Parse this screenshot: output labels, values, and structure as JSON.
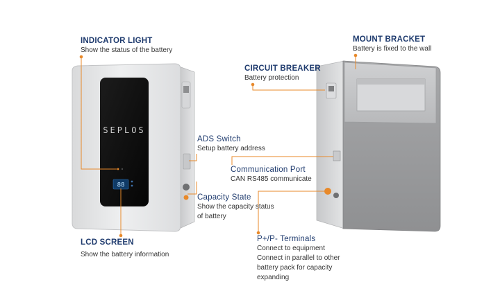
{
  "brand": {
    "name": "SEPLOS"
  },
  "lcd": {
    "readout": "88"
  },
  "colors": {
    "accent": "#e8892a",
    "title": "#1f3b6e",
    "housing": "#e9eaeb",
    "display": "#0d0d0d",
    "back_panel": "#9a9b9d"
  },
  "callouts": {
    "indicator_light": {
      "title": "INDICATOR LIGHT",
      "desc": "Show the status of the battery"
    },
    "lcd_screen": {
      "title": "LCD SCREEN",
      "desc": "Show the battery information"
    },
    "ads_switch": {
      "title": "ADS Switch",
      "desc": "Setup battery address"
    },
    "capacity_state": {
      "title": "Capacity State",
      "desc_1": "Show the capacity status",
      "desc_2": "of battery"
    },
    "circuit_breaker": {
      "title": "CIRCUIT BREAKER",
      "desc": "Battery protection"
    },
    "mount_bracket": {
      "title": "MOUNT BRACKET",
      "desc": "Battery is fixed to the wall"
    },
    "communication_port": {
      "title": "Communication Port",
      "desc": "CAN RS485 communicate"
    },
    "terminals": {
      "title": "P+/P- Terminals",
      "desc_1": "Connect to equipment",
      "desc_2": "Connect in parallel to other",
      "desc_3": "battery pack for capacity",
      "desc_4": "expanding"
    }
  }
}
